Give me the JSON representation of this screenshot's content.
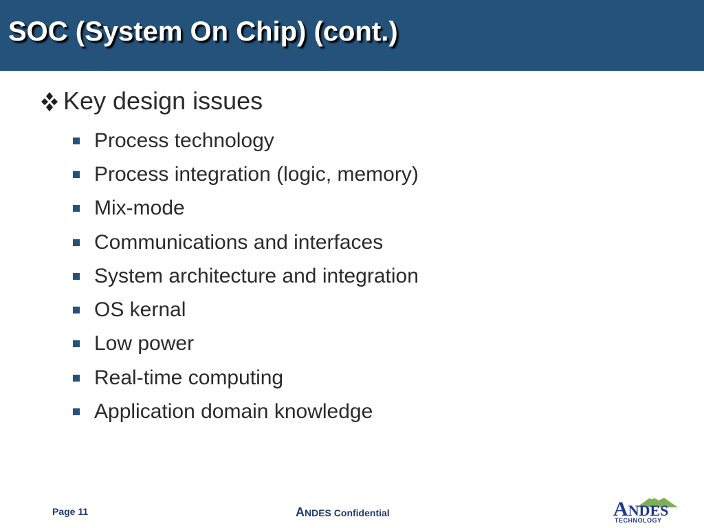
{
  "slide": {
    "title": "SOC (System On Chip) (cont.)",
    "heading": "Key design issues",
    "heading_icon": "diamond-cluster-bullet",
    "items": [
      "Process technology",
      "Process integration (logic, memory)",
      "Mix-mode",
      "Communications and interfaces",
      "System architecture and integration",
      "OS kernal",
      "Low power",
      "Real-time computing",
      "Application domain knowledge"
    ]
  },
  "footer": {
    "page_label": "Page 11",
    "confidential_initial": "A",
    "confidential_rest": "NDES Confidential"
  },
  "logo": {
    "word_a": "A",
    "word_rest": "NDES",
    "tagline": "TECHNOLOGY",
    "icon": "mountain-logo-icon"
  },
  "colors": {
    "title_bar": "#24527a",
    "title_text": "#ffffff",
    "body_text": "#2b2b2b",
    "bullet": "#24527a",
    "footer_text": "#1f3a6e",
    "logo_mountain": "#7fae5a"
  }
}
